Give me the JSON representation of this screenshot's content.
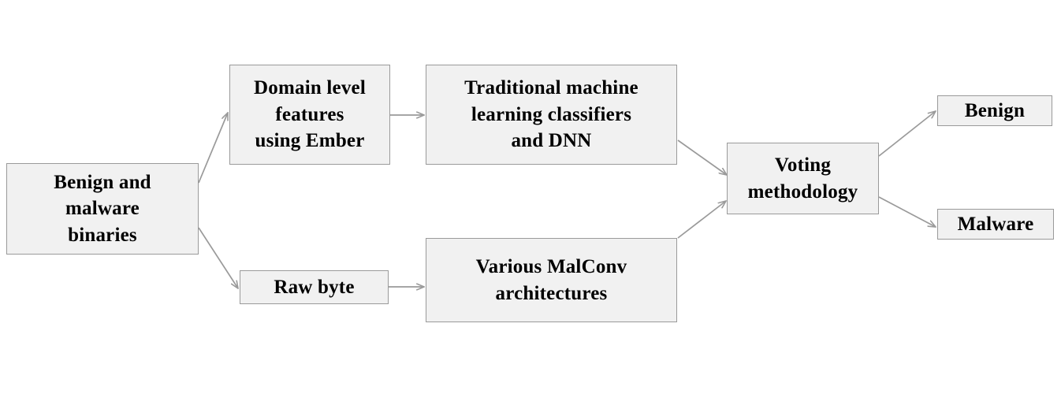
{
  "diagram": {
    "title": "Malware detection pipeline flowchart",
    "background_color": "#ffffff",
    "node_fill": "#f1f1f1",
    "node_border": "#9a9a9a",
    "edge_color": "#9a9a9a",
    "text_color": "#000000",
    "nodes": [
      {
        "id": "input",
        "label": "Benign and\nmalware\nbinaries"
      },
      {
        "id": "domain",
        "label": "Domain level\nfeatures\nusing Ember"
      },
      {
        "id": "traditional",
        "label": "Traditional machine\nlearning classifiers\nand DNN"
      },
      {
        "id": "rawbyte",
        "label": "Raw byte"
      },
      {
        "id": "malconv",
        "label": "Various MalConv\narchitectures"
      },
      {
        "id": "voting",
        "label": "Voting\nmethodology"
      },
      {
        "id": "benign",
        "label": "Benign"
      },
      {
        "id": "malware",
        "label": "Malware"
      }
    ],
    "edges": [
      {
        "id": "input-to-domain",
        "from": "input",
        "to": "domain",
        "style": "diagonal-up"
      },
      {
        "id": "input-to-rawbyte",
        "from": "input",
        "to": "rawbyte",
        "style": "diagonal-down"
      },
      {
        "id": "domain-to-traditional",
        "from": "domain",
        "to": "traditional",
        "style": "horizontal"
      },
      {
        "id": "rawbyte-to-malconv",
        "from": "rawbyte",
        "to": "malconv",
        "style": "horizontal"
      },
      {
        "id": "traditional-to-voting",
        "from": "traditional",
        "to": "voting",
        "style": "diagonal-down"
      },
      {
        "id": "malconv-to-voting",
        "from": "malconv",
        "to": "voting",
        "style": "diagonal-up"
      },
      {
        "id": "voting-to-benign",
        "from": "voting",
        "to": "benign",
        "style": "diagonal-up"
      },
      {
        "id": "voting-to-malware",
        "from": "voting",
        "to": "malware",
        "style": "diagonal-down"
      }
    ]
  }
}
